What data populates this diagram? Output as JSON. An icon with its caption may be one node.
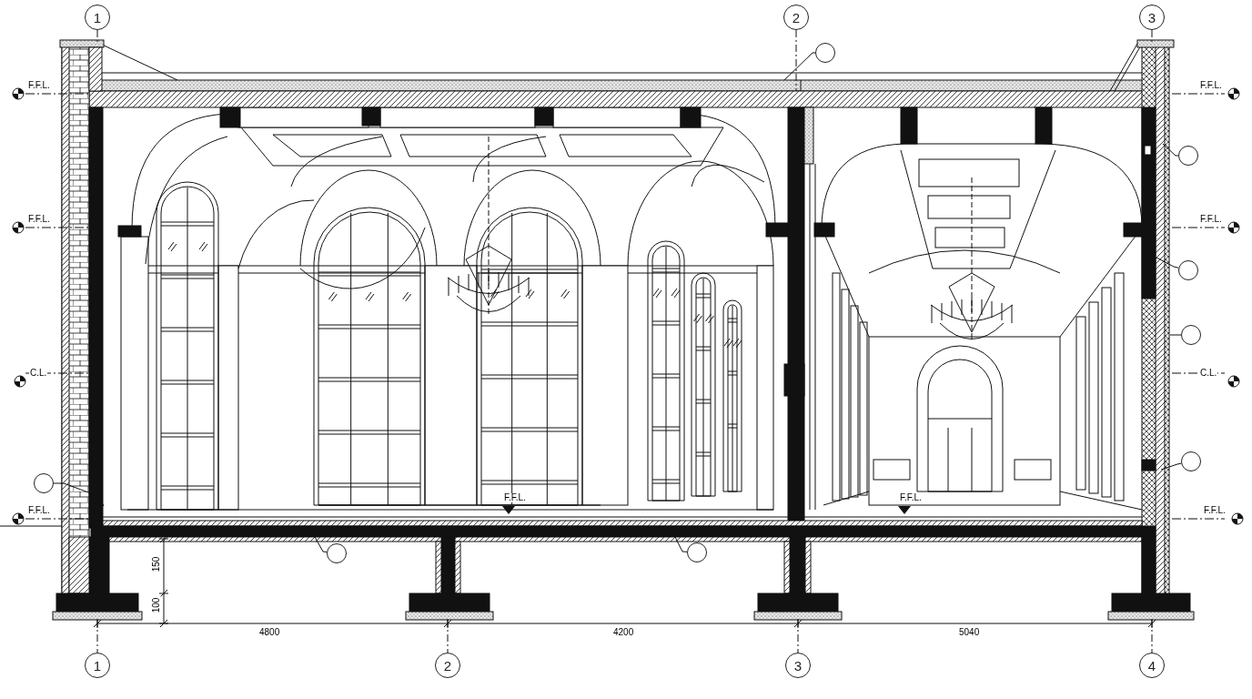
{
  "diagram": {
    "nodes": [
      {
        "text": [
          "1"
        ]
      },
      {
        "text": [
          "2"
        ]
      },
      {
        "text": [
          "3"
        ]
      },
      {
        "text": [],
        "shape": "circle"
      },
      {
        "text": [],
        "shape": "circle"
      },
      {
        "text": [],
        "shape": "circle"
      },
      {
        "text": [],
        "shape": "circle"
      },
      {
        "text": [],
        "shape": "circle"
      },
      {
        "text": [],
        "shape": "circle"
      },
      {
        "text": [],
        "shape": "circle"
      },
      {
        "text": [],
        "shape": "circle"
      },
      {
        "text": [
          "1"
        ]
      },
      {
        "text": [
          "2"
        ]
      },
      {
        "text": [
          "3"
        ]
      },
      {
        "text": [
          "4"
        ]
      }
    ],
    "edges": [
      {
        "from": 3,
        "to": null,
        "arrow": "none"
      },
      {
        "from": 4,
        "to": null,
        "arrow": "none"
      },
      {
        "from": 5,
        "to": null,
        "arrow": "none"
      },
      {
        "from": 6,
        "to": null,
        "arrow": "none"
      },
      {
        "from": 7,
        "to": null,
        "arrow": "none"
      },
      {
        "from": 8,
        "to": null,
        "arrow": "none"
      },
      {
        "from": 9,
        "to": null,
        "arrow": "none"
      },
      {
        "from": 10,
        "to": null,
        "arrow": "none"
      }
    ],
    "labels": [
      "F.F.L.",
      "F.F.L.",
      "F.F.L.",
      "F.F.L.",
      "C.L.",
      "C.L.",
      "F.F.L.",
      "F.F.L.",
      "F.F.L.",
      "F.F.L.",
      "150",
      "100",
      "4800",
      "4200",
      "5040"
    ]
  }
}
